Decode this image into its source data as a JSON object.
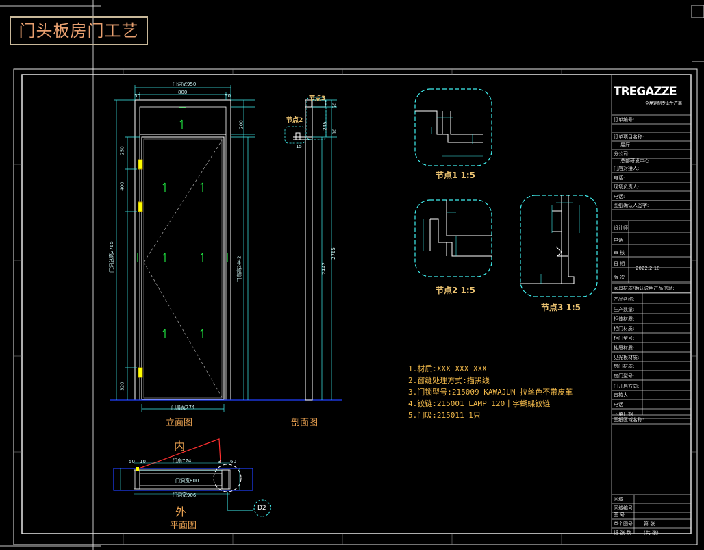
{
  "title": "门头板房门工艺",
  "views": {
    "elevation": "立面图",
    "section": "剖面图",
    "plan": "平面图",
    "inside": "内",
    "outside": "外"
  },
  "nodes": {
    "node1": "节点1 1:5",
    "node2": "节点2 1:5",
    "node3": "节点3 1:5",
    "tag_node2": "节点2",
    "tag_node3": "节点3",
    "tag_d2": "D2"
  },
  "notes": [
    "1.材质:XXX XXX XXX",
    "2.窗缝处理方式:描黑线",
    "3.门锁型号:215009 KAWAJUN 拉丝色不带皮革",
    "4.铰链:215001 LAMP 120十字蝴蝶铰链",
    "5.门吸:215011 1只"
  ],
  "dims": {
    "door_total_w": "门洞宽950",
    "frame_w": "800",
    "left_50": "50",
    "right_50": "50",
    "d250": "250",
    "d400": "400",
    "door_total_h": "门洞总高2765",
    "door_leaf_h": "门扇高2442",
    "d200": "200",
    "d320": "320",
    "leaf_w": "门扇宽774",
    "sec_50": "50",
    "sec_30": "30",
    "sec_245": "245",
    "sec_2442": "2442",
    "sec_2765": "2765",
    "sec_15": "15",
    "plan_leaf": "门扇774",
    "plan_inner": "门洞宽800",
    "plan_outer": "门洞宽906",
    "plan_50": "50",
    "plan_10": "10",
    "plan_3": "3",
    "plan_60": "60"
  },
  "title_block": {
    "logo": "TREGAZZE",
    "logo_sub": "全屋定制专业生产商",
    "rows": [
      "订单编号:",
      "订单项目名称:",
      "展厅",
      "分公司:",
      "总部研发中心",
      "门店对接人:",
      "电话:",
      "现场负责人:",
      "电话:",
      "图纸确认人签字:",
      "设计师",
      "电话",
      "审 核",
      "日 期",
      "2022.2.18",
      "版 次",
      "家具材质/确认说明产品信息:",
      "产品名称:",
      "生产数量:",
      "柜体材质:",
      "柜门材质:",
      "柜门型号:",
      "抽屉材质:",
      "见光板材质:",
      "房门材质:",
      "房门型号:",
      "门开启方向:",
      "审核人",
      "电话",
      "下单日期",
      "图纸区域名称:",
      "区域",
      "区域编号",
      "图 号",
      "单个图号",
      "纸 张 数",
      "第  张",
      "(共  张)"
    ]
  },
  "colors": {
    "cad_white": "#ffffff",
    "cad_cyan": "#40f0f0",
    "cad_green": "#20e040",
    "cad_yellow": "#ffff00",
    "cad_blue": "#2040ff",
    "cad_red": "#ff3030",
    "cad_orange": "#f0b84a"
  }
}
